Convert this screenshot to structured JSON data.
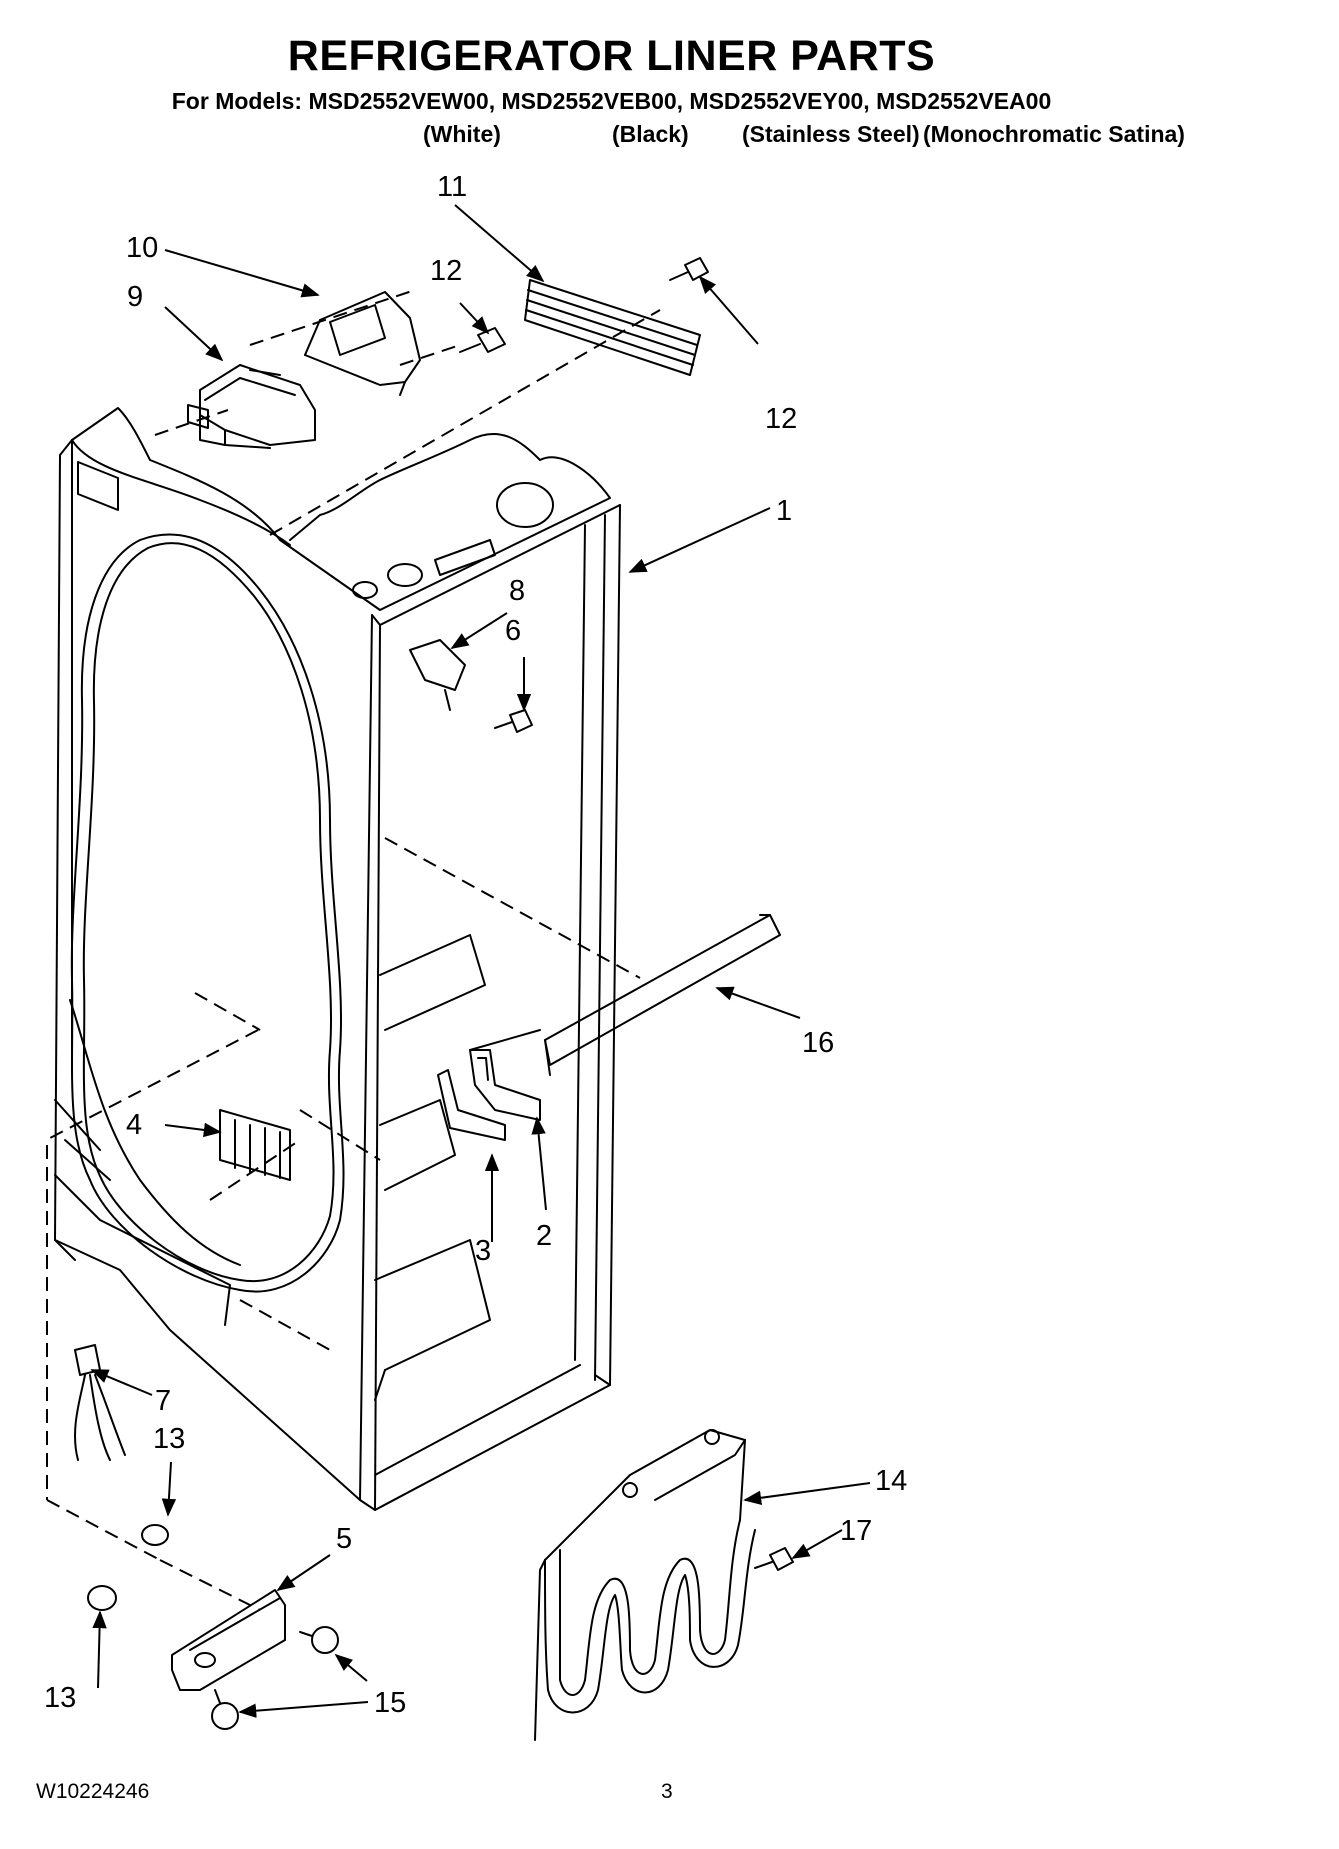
{
  "header": {
    "title": "REFRIGERATOR LINER PARTS",
    "models_line": "For Models: MSD2552VEW00, MSD2552VEB00, MSD2552VEY00, MSD2552VEA00",
    "colors": [
      "(White)",
      "(Black)",
      "(Stainless Steel)",
      "(Monochromatic Satina)"
    ]
  },
  "callouts": {
    "c1": "1",
    "c2": "2",
    "c3": "3",
    "c4": "4",
    "c5": "5",
    "c6": "6",
    "c7": "7",
    "c8": "8",
    "c9": "9",
    "c10": "10",
    "c11": "11",
    "c12a": "12",
    "c12b": "12",
    "c13a": "13",
    "c13b": "13",
    "c14": "14",
    "c15": "15",
    "c16": "16",
    "c17": "17"
  },
  "footer": {
    "doc_code": "W10224246",
    "page_number": "3"
  }
}
